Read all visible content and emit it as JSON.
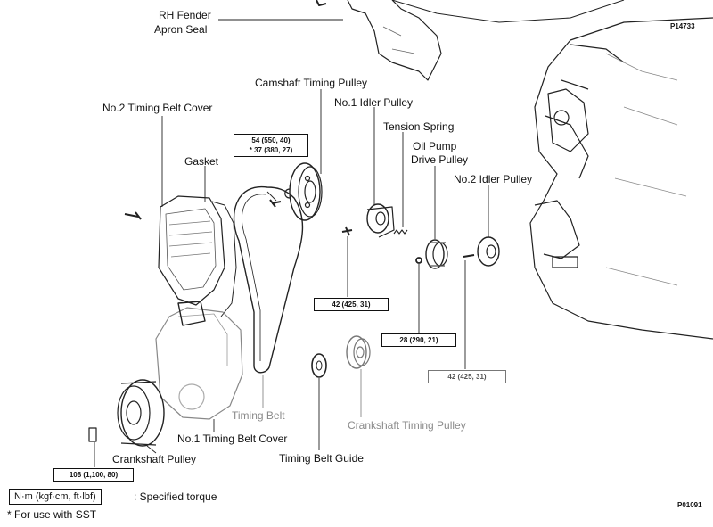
{
  "figure_refs": {
    "top": "P14733",
    "bottom": "P01091"
  },
  "labels": {
    "rh_fender_line1": "RH Fender",
    "rh_fender_line2": "Apron Seal",
    "camshaft_timing_pulley": "Camshaft Timing Pulley",
    "no1_idler_pulley": "No.1 Idler Pulley",
    "no2_timing_belt_cover": "No.2 Timing Belt Cover",
    "tension_spring": "Tension Spring",
    "oil_pump_line1": "Oil Pump",
    "oil_pump_line2": "Drive Pulley",
    "gasket": "Gasket",
    "no2_idler_pulley": "No.2 Idler Pulley",
    "timing_belt": "Timing Belt",
    "crankshaft_timing_pulley": "Crankshaft Timing Pulley",
    "no1_timing_belt_cover": "No.1 Timing Belt Cover",
    "crankshaft_pulley": "Crankshaft Pulley",
    "timing_belt_guide": "Timing Belt Guide"
  },
  "torques": {
    "camshaft_line1": "54 (550, 40)",
    "camshaft_line2": "* 37 (380, 27)",
    "idler": "42 (425, 31)",
    "oil_pump": "28 (290, 21)",
    "no2_idler": "42 (425, 31)",
    "crankshaft": "108 (1,100, 80)"
  },
  "legend": {
    "units": "N·m (kgf·cm, ft·lbf)",
    "desc": ": Specified torque",
    "note": "* For use with SST"
  }
}
